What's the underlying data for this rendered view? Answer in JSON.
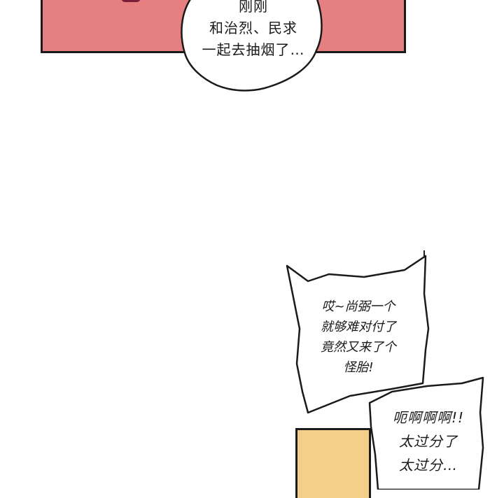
{
  "colors": {
    "top_panel_fill": "#e57f80",
    "bottom_panel_fill": "#f4cf8a",
    "ink": "#1a1a1a",
    "bubble_fill": "#ffffff"
  },
  "bubble_1": {
    "lines": [
      "刚刚",
      "和治烈、民求",
      "一起去抽烟了…"
    ]
  },
  "bubble_2": {
    "lines": [
      "哎~尚弼一个",
      "就够难对付了",
      "竟然又来了个",
      "怪胎!"
    ]
  },
  "bubble_3": {
    "lines": [
      "呃啊啊啊!!",
      "太过分了",
      "太过分…"
    ]
  }
}
